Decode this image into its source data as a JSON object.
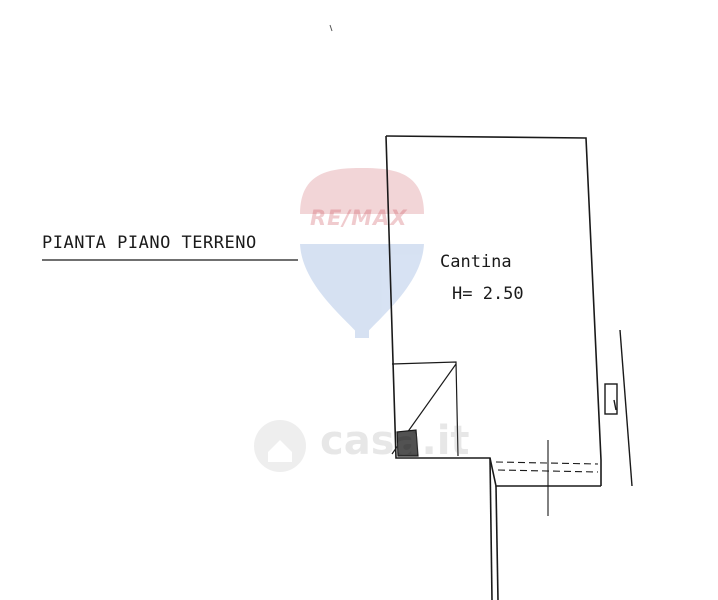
{
  "plan": {
    "title": "PIANTA PIANO TERRENO",
    "room": {
      "name": "Cantina",
      "height_label": "H= 2.50"
    }
  },
  "watermarks": {
    "brand": "RE/MAX",
    "site": "casa.it"
  },
  "colors": {
    "line": "#1a1a1a",
    "watermark_red": "#c8464f",
    "watermark_blue": "#4a7bc8",
    "watermark_gray": "#8a8a8a"
  }
}
